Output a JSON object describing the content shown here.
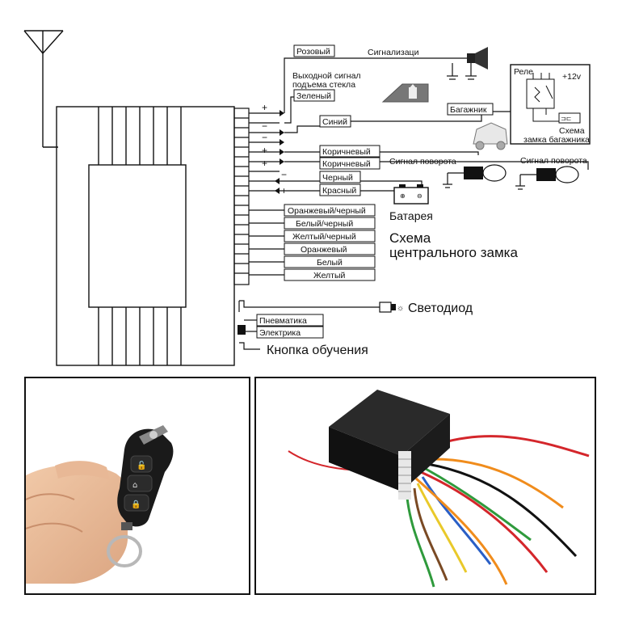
{
  "wiring": {
    "pink": "Розовый",
    "alarm": "Сигнализаци",
    "window_signal_1": "Выходной сигнал",
    "window_signal_2": "подъема стекла",
    "green": "Зеленый",
    "trunk": "Багажник",
    "relay": "Реле",
    "plus12": "+12v",
    "trunk_scheme_1": "Схема",
    "trunk_scheme_2": "замка багажника",
    "blue": "Синий",
    "brown_1": "Коричневый",
    "brown_2": "Коричневый",
    "turn_signal_1": "Сигнал поворота",
    "turn_signal_2": "Сигнал поворота",
    "black": "Черный",
    "red": "Красный",
    "battery": "Батарея",
    "lock_wires": [
      "Оранжевый/черный",
      "Белый/черный",
      "Желтый/черный",
      "Оранжевый",
      "Белый",
      "Желтый"
    ],
    "central_lock_1": "Схема",
    "central_lock_2": "центрального замка",
    "led": "Светодиод",
    "pneumatic": "Пневматика",
    "electric": "Электрика",
    "learn_button": "Кнопка обучения",
    "sign_plus": "+",
    "sign_minus": "−"
  },
  "photos": {
    "remote_key": "remote-key-photo",
    "control_unit": "control-unit-photo"
  },
  "colors": {
    "line": "#111111",
    "wire_red": "#d4262b",
    "wire_orange": "#f08c1c",
    "wire_green": "#2f9a3c",
    "wire_blue": "#2a5fc6",
    "wire_yellow": "#e9c92a",
    "wire_brown": "#7a4a24",
    "unit_black": "#151515"
  }
}
